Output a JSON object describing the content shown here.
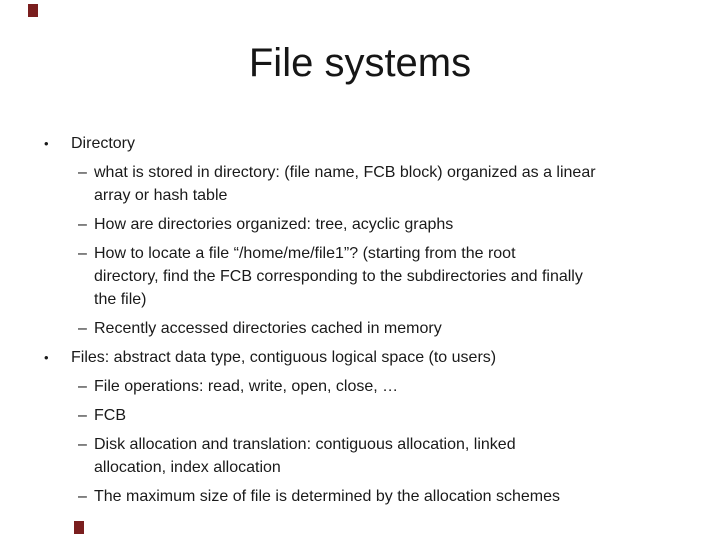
{
  "slide": {
    "title": "File systems",
    "colors": {
      "background": "#ffffff",
      "text": "#1a1a1a",
      "artifact_red": "#7a1e1e"
    },
    "bullets": [
      {
        "level": 1,
        "glyph": "•",
        "lines": [
          "Directory"
        ]
      },
      {
        "level": 2,
        "glyph": "–",
        "lines": [
          "what is stored in directory: (file name, FCB block) organized as a linear",
          "array or hash table"
        ]
      },
      {
        "level": 2,
        "glyph": "–",
        "lines": [
          "How are directories organized: tree, acyclic graphs"
        ]
      },
      {
        "level": 2,
        "glyph": "–",
        "lines": [
          "How to locate a file “/home/me/file1”? (starting from the root",
          "directory, find the FCB corresponding to the subdirectories and finally",
          "the file)"
        ]
      },
      {
        "level": 2,
        "glyph": "–",
        "lines": [
          "Recently accessed directories cached in memory"
        ]
      },
      {
        "level": 1,
        "glyph": "•",
        "lines": [
          "Files: abstract data type, contiguous logical space (to users)"
        ]
      },
      {
        "level": 2,
        "glyph": "–",
        "lines": [
          "File operations: read, write, open, close, …"
        ]
      },
      {
        "level": 2,
        "glyph": "–",
        "lines": [
          "FCB"
        ]
      },
      {
        "level": 2,
        "glyph": "–",
        "lines": [
          "Disk allocation and translation: contiguous allocation, linked",
          "allocation, index allocation"
        ]
      },
      {
        "level": 2,
        "glyph": "–",
        "lines": [
          "The maximum size of file is determined by the allocation schemes"
        ]
      }
    ]
  }
}
